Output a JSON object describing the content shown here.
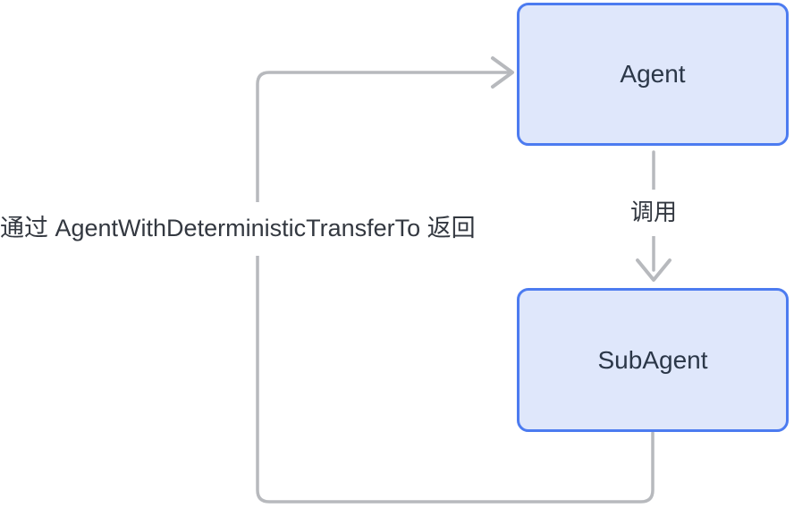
{
  "diagram": {
    "title": "agent-transfer-flow-diagram",
    "nodes": [
      {
        "id": "agent",
        "label": "Agent"
      },
      {
        "id": "subagent",
        "label": "SubAgent"
      }
    ],
    "edges": [
      {
        "from": "agent",
        "to": "subagent",
        "label": "调用"
      },
      {
        "from": "subagent",
        "to": "agent",
        "label": "通过 AgentWithDeterministicTransferTo 返回"
      }
    ],
    "colors": {
      "background": "#ffffff",
      "node_fill": "#dfe7fb",
      "node_border": "#4c7bf0",
      "node_text": "#2b3748",
      "edge_line": "#b7b9bd",
      "label_text": "#333840"
    }
  }
}
